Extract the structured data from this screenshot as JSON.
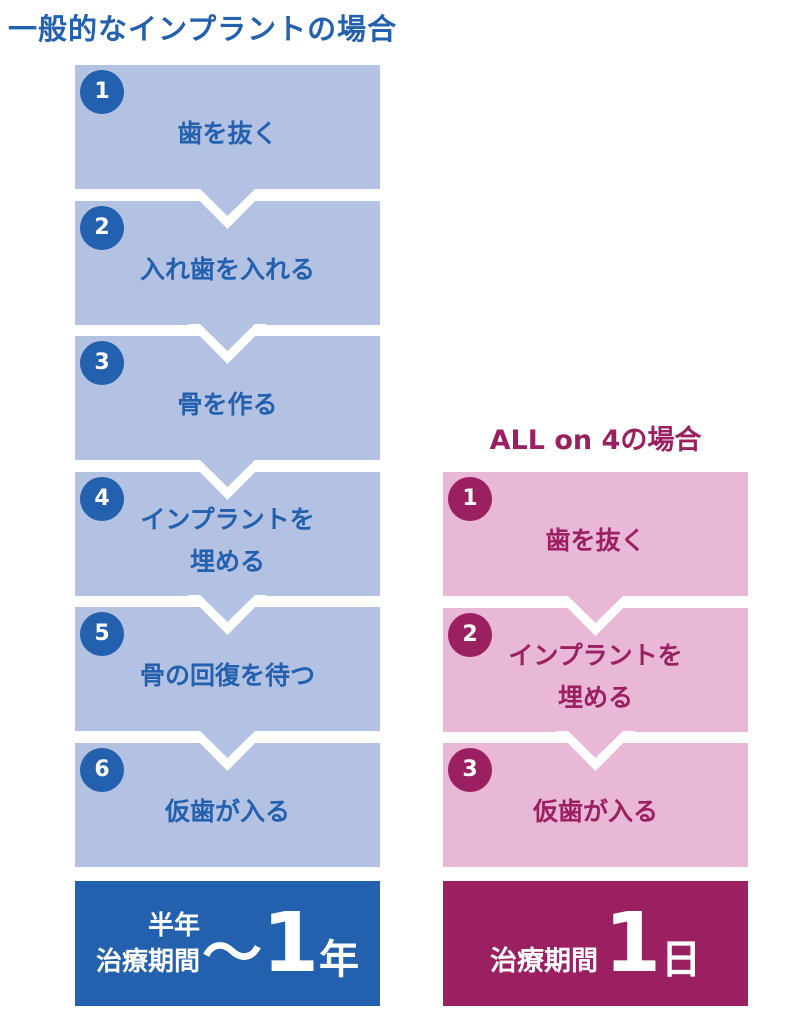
{
  "general": {
    "title": "一般的なインプラントの場合",
    "steps": [
      {
        "num": "1",
        "label": "歯を抜く"
      },
      {
        "num": "2",
        "label": "入れ歯を入れる"
      },
      {
        "num": "3",
        "label": "骨を作る"
      },
      {
        "num": "4",
        "label": "インプラントを\n埋める"
      },
      {
        "num": "5",
        "label": "骨の回復を待つ"
      },
      {
        "num": "6",
        "label": "仮歯が入る"
      }
    ],
    "total": {
      "line1": "半年",
      "line2": "治療期間",
      "tilde": "〜",
      "number": "1",
      "unit": "年"
    },
    "color_dark": "#2360ae",
    "color_light": "#b3c1e2"
  },
  "allon4": {
    "title": "ALL on 4の場合",
    "steps": [
      {
        "num": "1",
        "label": "歯を抜く"
      },
      {
        "num": "2",
        "label": "インプラントを\n埋める"
      },
      {
        "num": "3",
        "label": "仮歯が入る"
      }
    ],
    "total": {
      "label": "治療期間",
      "number": "1",
      "unit": "日"
    },
    "color_dark": "#9b2062",
    "color_light": "#e9b8d6"
  }
}
